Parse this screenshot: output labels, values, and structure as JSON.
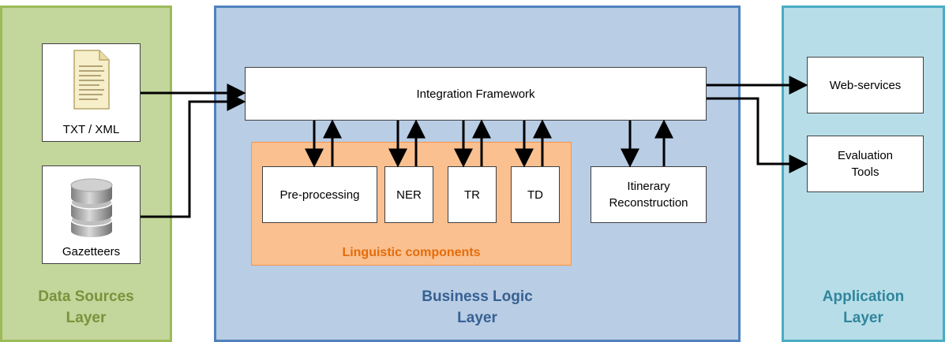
{
  "layers": {
    "data_sources": "Data Sources Layer",
    "data_sources_lines": [
      "Data Sources",
      "Layer"
    ],
    "business_logic_lines": [
      "Business Logic",
      "Layer"
    ],
    "application_lines": [
      "Application",
      "Layer"
    ]
  },
  "sources": {
    "txt_xml": "TXT / XML",
    "gazetteers": "Gazetteers"
  },
  "framework": "Integration Framework",
  "components": {
    "preprocessing": "Pre-processing",
    "ner": "NER",
    "tr": "TR",
    "td": "TD",
    "itinerary_lines": [
      "Itinerary",
      "Reconstruction"
    ],
    "group_label": "Linguistic components"
  },
  "apps": {
    "web_services": "Web-services",
    "evaluation_lines": [
      "Evaluation",
      "Tools"
    ]
  },
  "icons": {
    "document": "document-icon",
    "database": "database-icon"
  },
  "colors": {
    "data_layer": "#c3d69b",
    "business_layer": "#b9cde5",
    "application_layer": "#b7dee8",
    "linguistic_group": "#fac090"
  }
}
